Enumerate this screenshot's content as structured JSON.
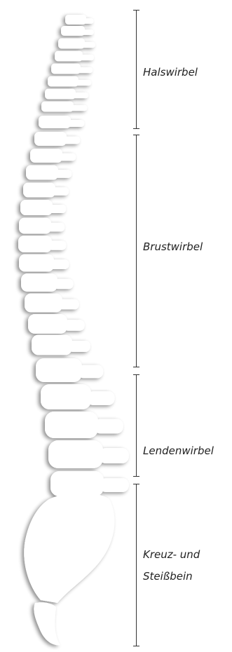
{
  "colors": {
    "bone": "#ffffff",
    "shadow": "#cfcfcf",
    "ink": "#333333"
  },
  "regions": [
    {
      "label": "Halswirbel"
    },
    {
      "label": "Brustwirbel"
    },
    {
      "label": "Lendenwirbel"
    },
    {
      "label": "Kreuz- und",
      "label2": "Steißbein"
    }
  ]
}
